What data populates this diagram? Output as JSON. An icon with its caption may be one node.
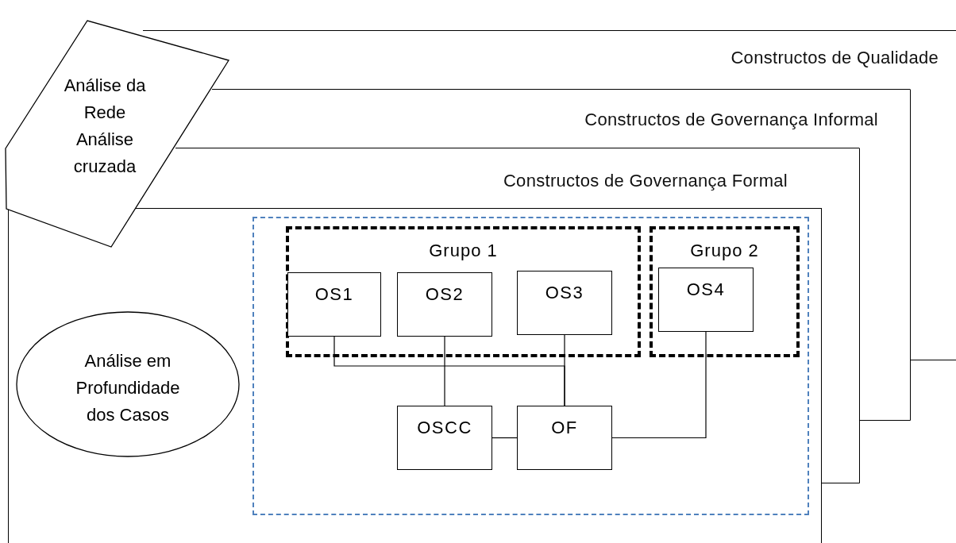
{
  "diagram": {
    "nodes": [
      {
        "text": [
          "Análise da Rede",
          "Análise cruzada"
        ]
      },
      {
        "text": [
          "Constructos de Qualidade"
        ]
      },
      {
        "text": [
          "Constructos de Governança Informal"
        ]
      },
      {
        "text": [
          "Constructos de Governança Formal"
        ]
      },
      {
        "text": [],
        "shape": "box"
      },
      {
        "text": [
          "Análise em Profundidade dos Casos"
        ],
        "in": 4
      },
      {
        "text": [],
        "shape": "box",
        "in": 4
      },
      {
        "text": [
          "Grupo 1"
        ],
        "in": 6
      },
      {
        "text": [
          "OS1"
        ],
        "in": 7
      },
      {
        "text": [
          "OS2"
        ],
        "in": 7
      },
      {
        "text": [
          "OS3"
        ],
        "in": 7
      },
      {
        "text": [
          "Grupo 2"
        ],
        "in": 6
      },
      {
        "text": [
          "OS4"
        ],
        "in": 11
      },
      {
        "text": [
          "OSCC"
        ],
        "in": 6
      },
      {
        "text": [
          "OF"
        ],
        "in": 6
      }
    ],
    "edges": [
      {
        "from": 8,
        "to": 14,
        "arrow": "none"
      },
      {
        "from": 9,
        "to": 13,
        "arrow": "none"
      },
      {
        "from": 10,
        "to": 14,
        "arrow": "none"
      },
      {
        "from": 13,
        "to": 14,
        "arrow": "none"
      },
      {
        "from": 12,
        "to": 14,
        "arrow": "none"
      }
    ]
  }
}
